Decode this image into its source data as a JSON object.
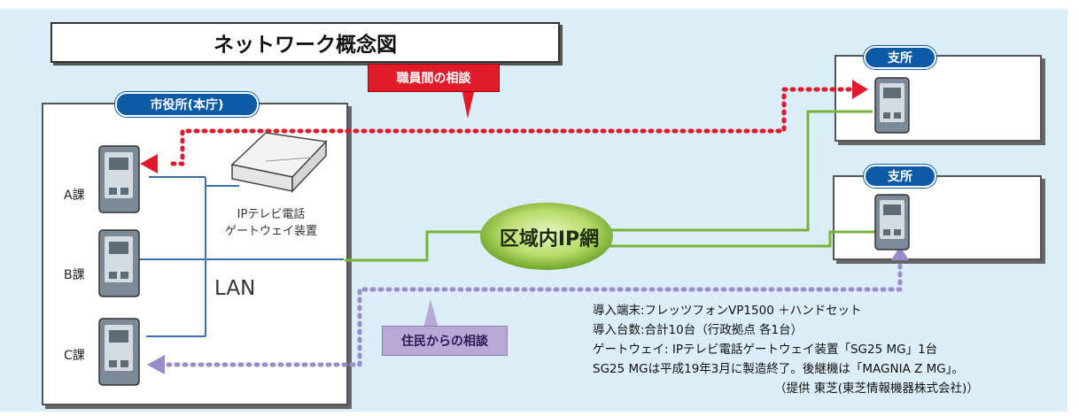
{
  "title": "ネットワーク概念図",
  "city_hall_label": "市役所(本庁)",
  "branch_label": "支所",
  "departments": [
    "A課",
    "B課",
    "C課"
  ],
  "gateway_label_lines": [
    "IPテレビ電話",
    "ゲートウェイ装置"
  ],
  "lan_label": "LAN",
  "network_label": "区域内IP網",
  "staff_consult_label": "職員間の相談",
  "resident_consult_label": "住民からの相談",
  "info_lines": [
    "導入端末:フレッツフォンVP1500 ＋ハンドセット",
    "導入台数:合計10台（行政拠点 各1台）",
    "ゲートウェイ: IPテレビ電話ゲートウェイ装置「SG25 MG」1台",
    "SG25 MGは平成19年3月に製造終了。後継機は「MAGNIA Z MG」。"
  ],
  "credit": "（提供 東芝(東芝情報機器株式会社)）",
  "colors": {
    "background": "#dbeef8",
    "lan_line": "#3a6fb0",
    "ip_line": "#7ab23a",
    "staff_dots": "#e01a2a",
    "resident_dots": "#9a8cc8",
    "pill": "#0d5aa7"
  }
}
